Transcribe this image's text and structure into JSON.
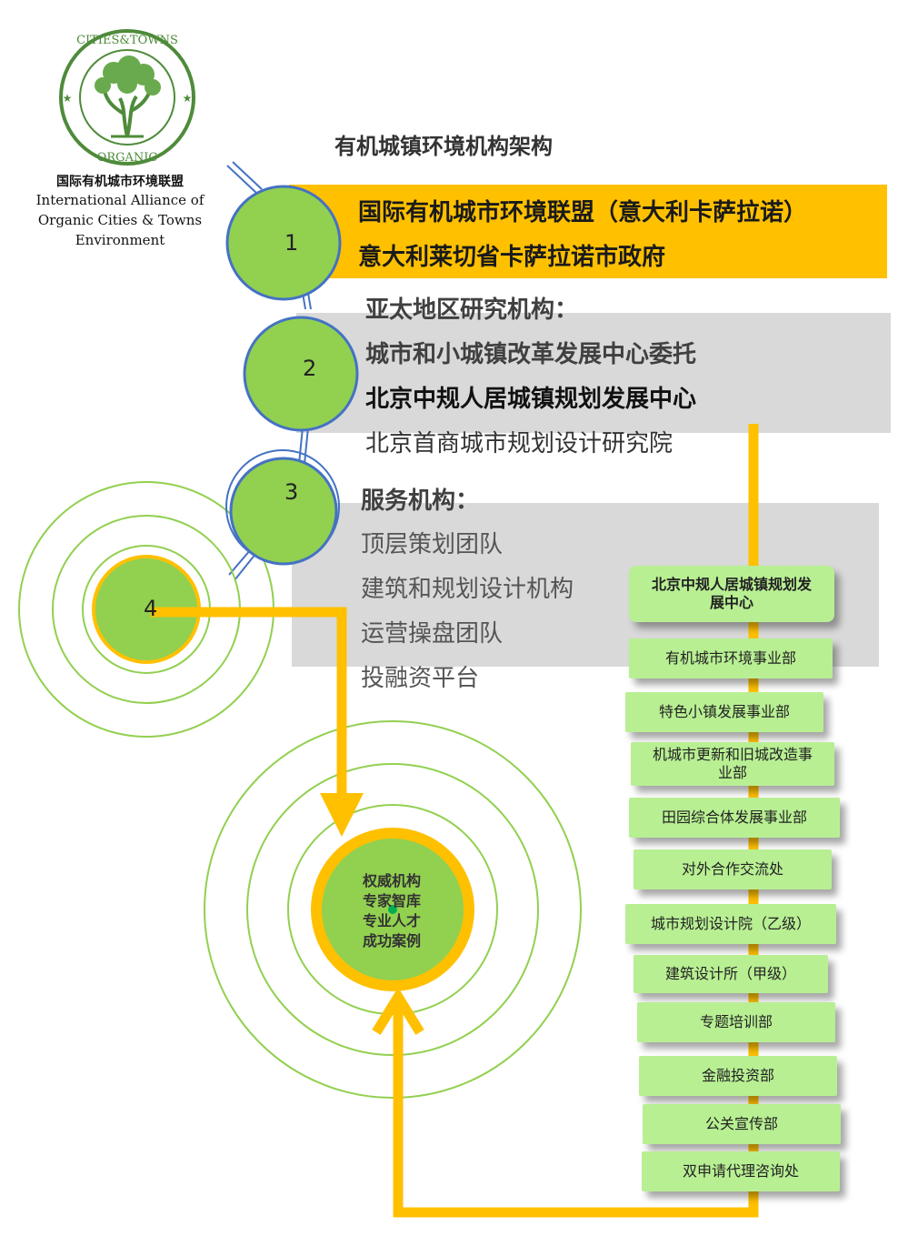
{
  "title": "有机城镇环境机构架构",
  "org": {
    "logo_text_top": "CITIES&TOWNS",
    "logo_text_bottom": "ORGANIC",
    "name_cn": "国际有机城市环境联盟",
    "name_en": [
      "International Alliance of",
      "Organic Cities & Towns",
      "Environment"
    ]
  },
  "tiers": {
    "t1": {
      "number": "1",
      "lines": [
        "国际有机城市环境联盟（意大利卡萨拉诺）",
        "意大利莱切省卡萨拉诺市政府"
      ]
    },
    "t2": {
      "number": "2",
      "lines": [
        "亚太地区研究机构：",
        "城市和小城镇改革发展中心委托",
        "北京中规人居城镇规划发展中心",
        "北京首商城市规划设计研究院"
      ]
    },
    "t3": {
      "number": "3",
      "lines": [
        "服务机构：",
        "顶层策划团队",
        "建筑和规划设计机构",
        "运营操盘团队",
        "投融资平台"
      ]
    },
    "t4": {
      "number": "4"
    }
  },
  "center": {
    "lines": [
      "权威机构",
      "专家智库",
      "专业人才",
      "成功案例"
    ]
  },
  "departments": {
    "head": "北京中规人居城镇规划发展中心",
    "items": [
      "有机城市环境事业部",
      "特色小镇发展事业部",
      "机城市更新和旧城改造事业部",
      "田园综合体发展事业部",
      "对外合作交流处",
      "城市规划设计院（乙级）",
      "建筑设计所（甲级）",
      "专题培训部",
      "金融投资部",
      "公关宣传部",
      "双申请代理咨询处"
    ]
  },
  "colors": {
    "gold": "#ffc000",
    "green_circle": "#92d050",
    "grey_band": "#d9d9d9",
    "dept_green": "#b8ef93",
    "blue_stroke": "#4472c4",
    "logo_green": "#4e8b3a"
  }
}
